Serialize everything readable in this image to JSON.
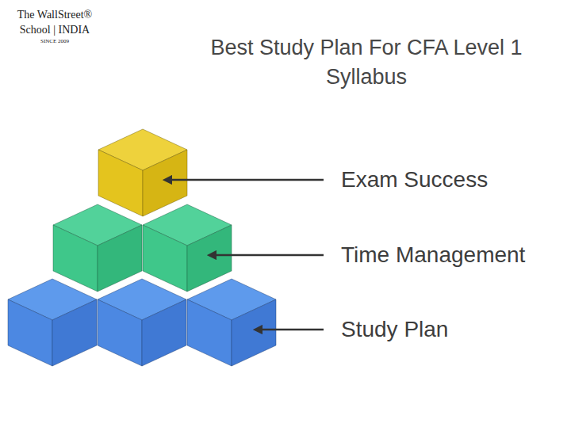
{
  "diagram": {
    "title": "Best Study Plan For CFA Level 1 Syllabus",
    "labels": [
      "The WallStreet®",
      "School | INDIA",
      "SINCE 2009",
      "Exam Success",
      "Time Management",
      "Study Plan"
    ]
  }
}
